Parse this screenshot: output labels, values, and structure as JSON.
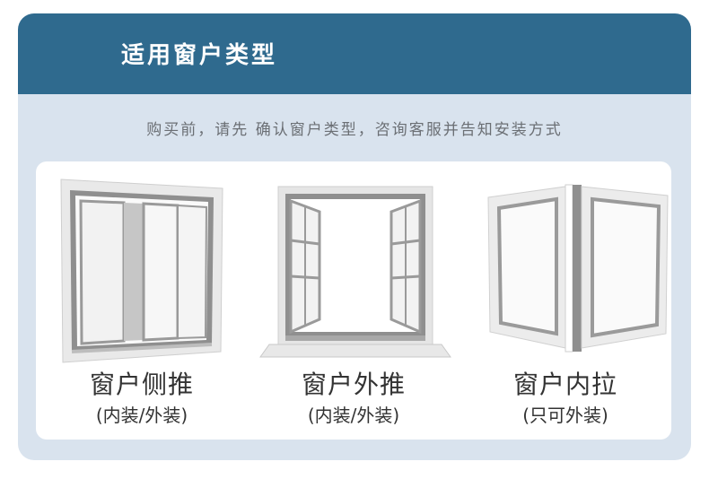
{
  "header": {
    "title": "适用窗户类型"
  },
  "intro": {
    "text": "购买前，请先 确认窗户类型，咨询客服并告知安装方式"
  },
  "window_types": [
    {
      "title": "窗户侧推",
      "subtitle": "(内装/外装)",
      "icon": "sliding-window-icon"
    },
    {
      "title": "窗户外推",
      "subtitle": "(内装/外装)",
      "icon": "outward-casement-window-icon"
    },
    {
      "title": "窗户内拉",
      "subtitle": "(只可外装)",
      "icon": "inward-casement-window-icon"
    }
  ],
  "colors": {
    "header_bg": "#2f6a8e",
    "card_bg": "#d9e3ee",
    "panel_bg": "#ffffff",
    "frame_gray": "#9b9b9b"
  }
}
